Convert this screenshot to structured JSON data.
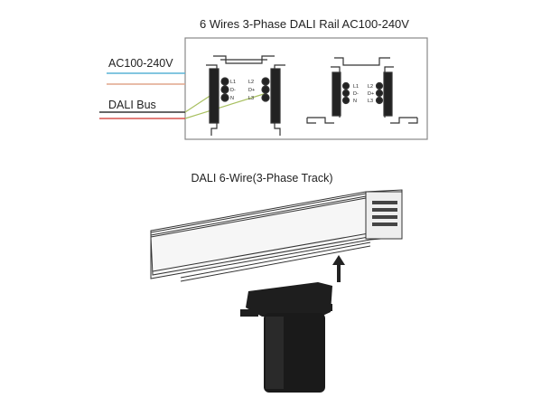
{
  "wiring_diagram": {
    "title": "6 Wires 3-Phase DALI Rail AC100-240V",
    "power_label": "AC100-240V",
    "bus_label": "DALI Bus",
    "left_profile_terminals": {
      "left": [
        "L1",
        "D-",
        "N"
      ],
      "right": [
        "L2",
        "D+",
        "L3"
      ]
    },
    "right_profile_terminals": {
      "left": [
        "L1",
        "D-",
        "N"
      ],
      "right": [
        "L2",
        "D+",
        "L3"
      ]
    },
    "wire_colors": {
      "ac_line_1": "#5ab4d6",
      "ac_line_2": "#e0a58c",
      "bus_line_1": "#333333",
      "bus_line_2": "#d9534f",
      "connector": "#a8c060"
    }
  },
  "product_illustration": {
    "title": "DALI 6-Wire(3-Phase Track)",
    "arrow_icon": "arrow-up-icon"
  }
}
